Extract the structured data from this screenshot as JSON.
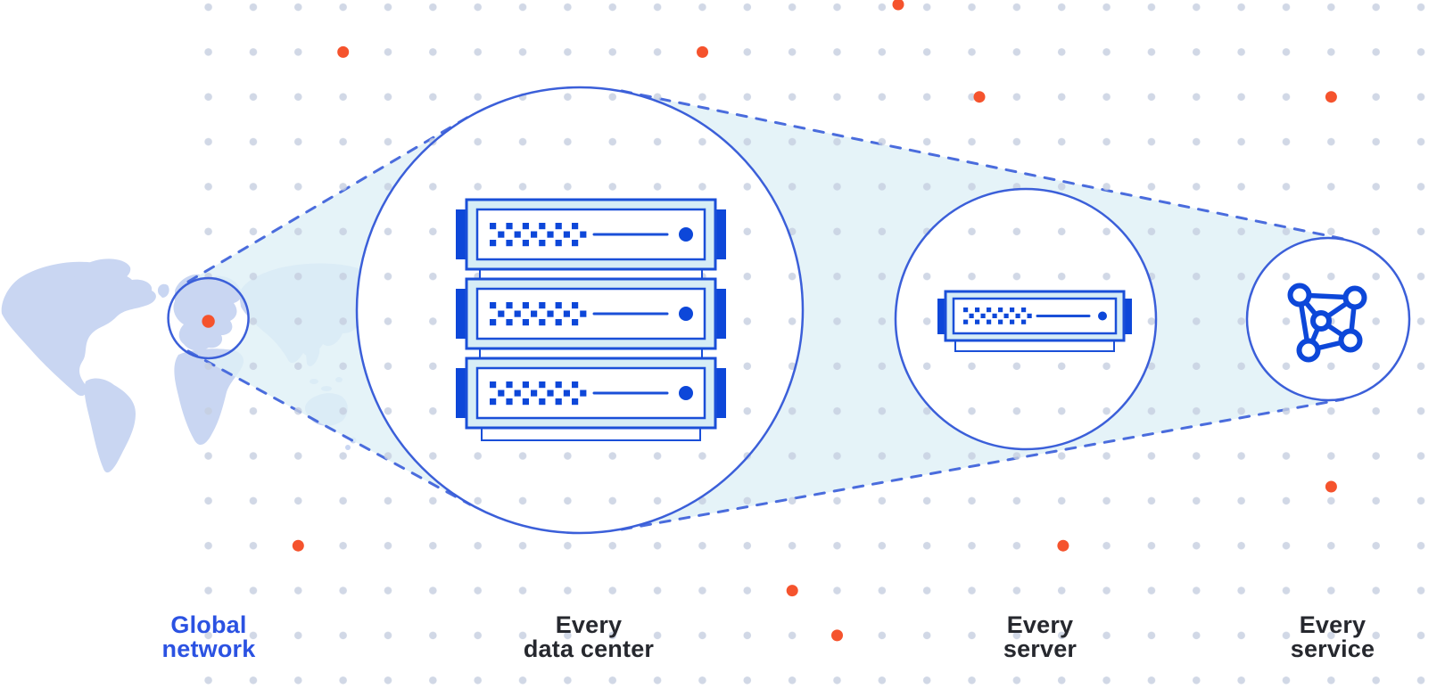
{
  "diagram": {
    "title": "Network zoom diagram",
    "stages": [
      {
        "id": "global-network",
        "icon": "world-map-with-location-pin",
        "label_line1": "Global",
        "label_line2": "network",
        "label_color": "#2b52e2"
      },
      {
        "id": "data-center",
        "icon": "server-rack-stack",
        "label_line1": "Every",
        "label_line2": "data center",
        "label_color": "#26282e"
      },
      {
        "id": "server",
        "icon": "server-unit",
        "label_line1": "Every",
        "label_line2": "server",
        "label_color": "#26282e"
      },
      {
        "id": "service",
        "icon": "network-mesh",
        "label_line1": "Every",
        "label_line2": "service",
        "label_color": "#26282e"
      }
    ]
  },
  "theme": {
    "bg": "#ffffff",
    "map_blue": "#c9d6f2",
    "beam_cyan": "#dff0f6",
    "dot_color": "#c5cee0",
    "ring_blue": "#3b5fd9",
    "dash_blue": "#4a6cdd",
    "server_border": "#1a4fd8",
    "server_fill": "#d6edf6",
    "deep_blue": "#0d47d9",
    "orange": "#f5532d",
    "text_dark": "#26282e",
    "text_blue": "#2b52e2"
  }
}
